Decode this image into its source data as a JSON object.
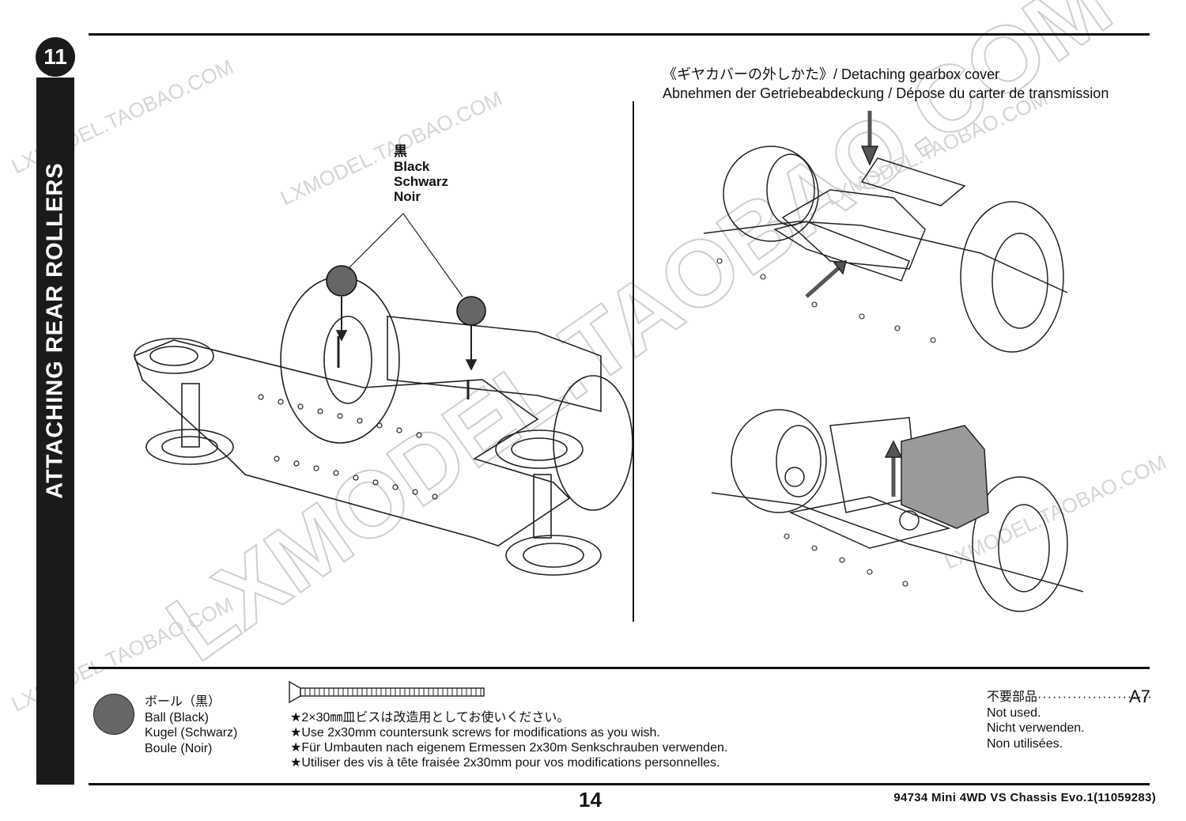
{
  "step": {
    "number": "11",
    "title": "ATTACHING REAR ROLLERS"
  },
  "main_callout": {
    "jp": "黒",
    "en": "Black",
    "de": "Schwarz",
    "fr": "Noir"
  },
  "detach": {
    "title_jp": "《ギヤカバーの外しかた》",
    "title_en": "/ Detaching gearbox cover",
    "title_de_fr": "Abnehmen der Getriebeabdeckung / Dépose du carter de transmission"
  },
  "parts": {
    "ball": {
      "name_jp": "ボール（黒）",
      "name_en": "Ball (Black)",
      "name_de": "Kugel (Schwarz)",
      "name_fr": "Boule (Noir)",
      "color": "#666666"
    },
    "screw_notes": [
      "★2×30㎜皿ビスは改造用としてお使いください。",
      "★Use 2x30mm countersunk screws for modifications as you wish.",
      "★Für Umbauten nach eigenem Ermessen 2x30m Senkschrauben verwenden.",
      "★Utiliser des vis à tête fraisée 2x30mm pour vos modifications personnelles."
    ],
    "not_used": {
      "jp": "不要部品",
      "code": "A7",
      "en": "Not used.",
      "de": "Nicht verwenden.",
      "fr": "Non utilisées."
    }
  },
  "footer": {
    "page": "14",
    "code": "94734  Mini  4WD  VS  Chassis  Evo.1(11059283)"
  },
  "watermark": {
    "large": "LXMODEL.TAOBAO.COM",
    "small": "LXMODEL.TAOBAO.COM"
  }
}
